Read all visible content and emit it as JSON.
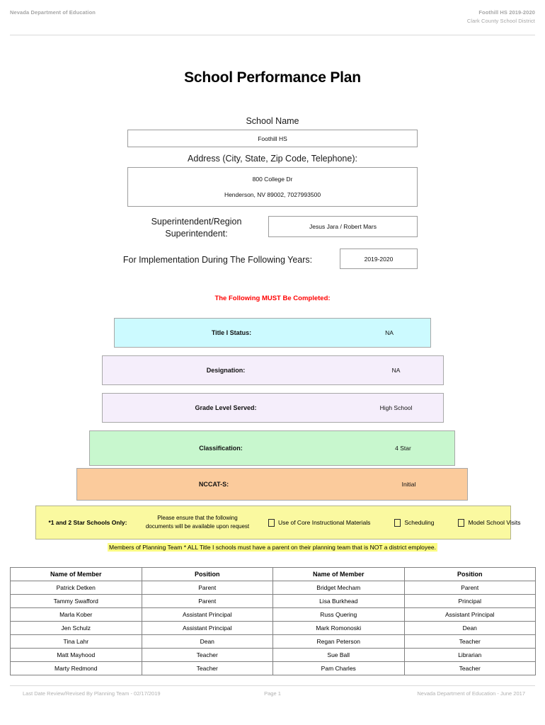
{
  "header": {
    "left": "Nevada Department of Education",
    "right_line1": "Foothill HS  2019-2020",
    "right_line2": "Clark County School District"
  },
  "title": "School Performance Plan",
  "fields": {
    "school_name_label": "School Name",
    "school_name_value": "Foothill HS",
    "address_label": "Address (City, State, Zip Code, Telephone):",
    "address_line1": "800 College Dr",
    "address_line2": "Henderson, NV  89002, 7027993500",
    "superintendent_label": "Superintendent/Region Superintendent:",
    "superintendent_value": "Jesus Jara / Robert Mars",
    "years_label": "For Implementation During The Following Years:",
    "years_value": "2019-2020"
  },
  "must_complete_heading": "The Following MUST Be Completed:",
  "status_bars": [
    {
      "label": "Title I Status:",
      "value": "NA",
      "color": "#ccfaff"
    },
    {
      "label": "Designation:",
      "value": "NA",
      "color": "#f5eefb"
    },
    {
      "label": "Grade Level Served:",
      "value": "High School",
      "color": "#f5eefb"
    },
    {
      "label": "Classification:",
      "value": "4 Star",
      "color": "#c8f7ce"
    },
    {
      "label": "NCCAT-S:",
      "value": "Initial",
      "color": "#fbcb9c"
    }
  ],
  "star_schools": {
    "title": "*1 and 2 Star Schools Only:",
    "note_line1": "Please ensure that the following",
    "note_line2": "documents will be available upon request",
    "checkboxes": [
      "Use of Core Instructional Materials",
      "Scheduling",
      "Model School Visits"
    ],
    "highlight_color": "#faf9a0"
  },
  "planning_note": "Members of Planning Team * ALL Title I schools must have a parent on their planning team that is NOT a district employee.",
  "members_table": {
    "headers": [
      "Name of Member",
      "Position",
      "Name of Member",
      "Position"
    ],
    "rows": [
      [
        "Patrick Detken",
        "Parent",
        "Bridget Mecham",
        "Parent"
      ],
      [
        "Tammy Swafford",
        "Parent",
        "Lisa Burkhead",
        "Principal"
      ],
      [
        "Marla Kober",
        "Assistant Principal",
        "Russ Quering",
        "Assistant Principal"
      ],
      [
        "Jen Schulz",
        "Assistant Principal",
        "Mark Romonoski",
        "Dean"
      ],
      [
        "Tina Lahr",
        "Dean",
        "Regan Peterson",
        "Teacher"
      ],
      [
        "Matt Mayhood",
        "Teacher",
        "Sue Ball",
        "Librarian"
      ],
      [
        "Marty Redmond",
        "Teacher",
        "Pam Charles",
        "Teacher"
      ]
    ]
  },
  "footer": {
    "left": "Last Date Review/Revised By Planning Team - 02/17/2019",
    "center": "Page 1",
    "right": "Nevada Department of Education - June 2017"
  }
}
